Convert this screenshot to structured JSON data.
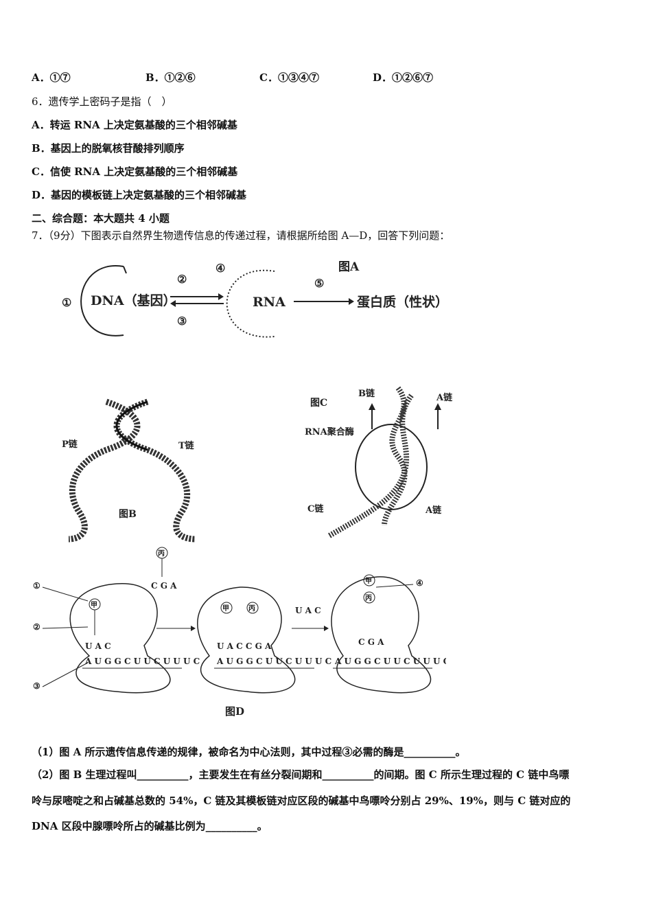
{
  "q5": {
    "options": [
      "A．①⑦",
      "B．①②⑥",
      "C．①③④⑦",
      "D．①②⑥⑦"
    ]
  },
  "q6": {
    "stem": "6．遗传学上密码子是指（　）",
    "options": [
      "A．转运 RNA 上决定氨基酸的三个相邻碱基",
      "B．基因上的脱氧核苷酸排列顺序",
      "C．信使 RNA 上决定氨基酸的三个相邻碱基",
      "D．基因的模板链上决定氨基酸的三个相邻碱基"
    ]
  },
  "section": "二、综合题：本大题共 4 小题",
  "q7": {
    "stem": "7．（9分）下图表示自然界生物遗传信息的传递过程，请根据所给图 A—D，回答下列问题：",
    "figA": {
      "title": "图A",
      "dna": "DNA（基因）",
      "rna": "RNA",
      "protein": "蛋白质（性状）",
      "n1": "①",
      "n2": "②",
      "n3": "③",
      "n4": "④",
      "n5": "⑤"
    },
    "figB": {
      "title": "图B",
      "p": "P链",
      "t": "T链"
    },
    "figC": {
      "title": "图C",
      "b": "B链",
      "a1": "A链",
      "enzyme": "RNA聚合酶",
      "c": "C链",
      "a2": "A链"
    },
    "figD": {
      "title": "图D",
      "n1": "①",
      "n2": "②",
      "n3": "③",
      "n4": "④",
      "jia": "甲",
      "bing": "丙",
      "cga": "C G A",
      "uac": "U A C",
      "uaccga": "U A C C G A",
      "mrna": "A U G G C U U C U U U C"
    },
    "sub1": "（1）图 A 所示遗传信息传递的规律，被命名为中心法则，其中过程③必需的酶是__________。",
    "sub2a": "（2）图 B 生理过程叫__________，主要发生在有丝分裂间期和__________的间期。图 C 所示生理过程的 C 链中鸟嘌",
    "sub2b": "呤与尿嘧啶之和占碱基总数的 54%，C 链及其模板链对应区段的碱基中鸟嘌呤分别占 29%、19%，则与 C 链对应的",
    "sub2c": "DNA 区段中腺嘌呤所占的碱基比例为__________。"
  }
}
